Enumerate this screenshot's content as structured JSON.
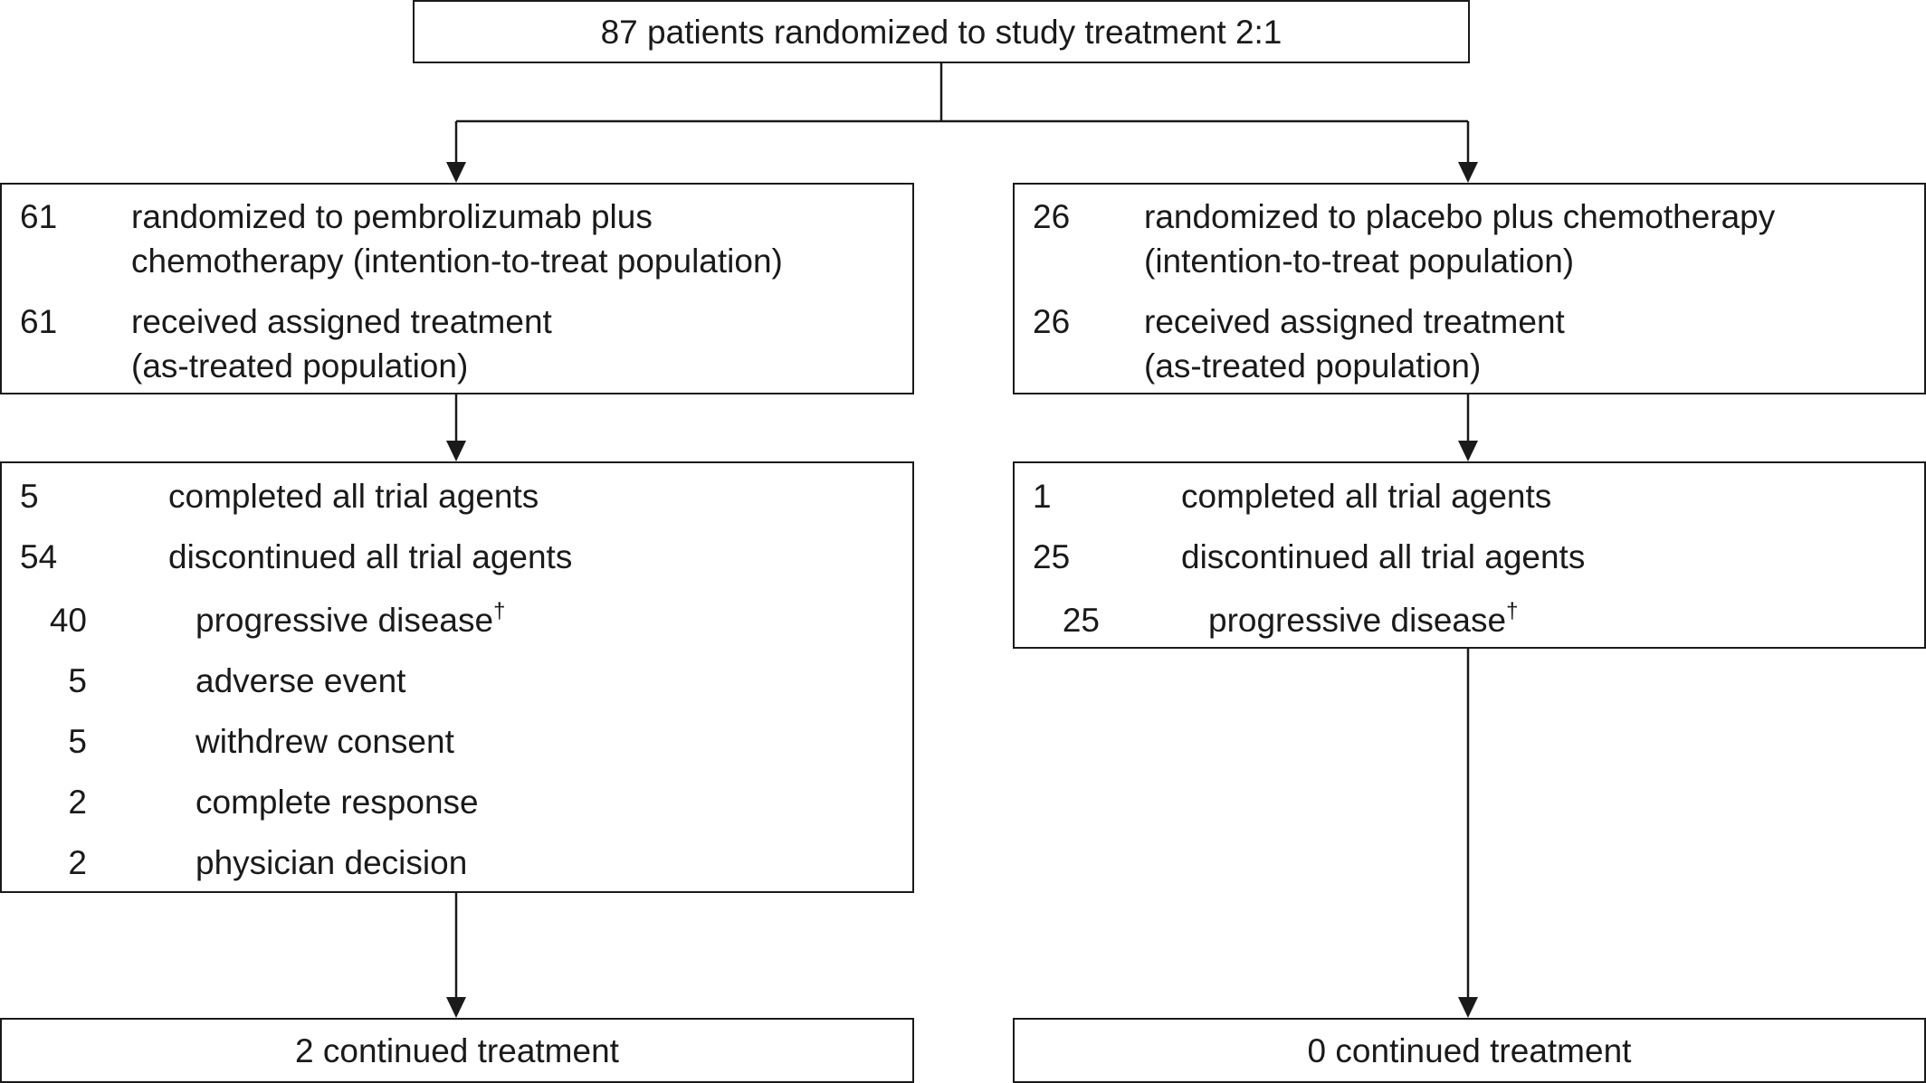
{
  "top": {
    "text": "87 patients randomized to study treatment 2:1"
  },
  "left": {
    "itt_n": "61",
    "itt_label_1": "randomized to pembrolizumab plus",
    "itt_label_2": "chemotherapy (intention-to-treat population)",
    "at_n": "61",
    "at_label_1": "received assigned treatment",
    "at_label_2": "(as-treated population)",
    "completed_n": "5",
    "completed_label": "completed all trial agents",
    "discontinued_n": "54",
    "discontinued_label": "discontinued all trial agents",
    "reasons": [
      {
        "n": "40",
        "label": "progressive disease",
        "dagger": "†"
      },
      {
        "n": "5",
        "label": "adverse event",
        "dagger": ""
      },
      {
        "n": "5",
        "label": "withdrew consent",
        "dagger": ""
      },
      {
        "n": "2",
        "label": "complete response",
        "dagger": ""
      },
      {
        "n": "2",
        "label": "physician decision",
        "dagger": ""
      }
    ],
    "continued": "2 continued treatment"
  },
  "right": {
    "itt_n": "26",
    "itt_label_1": "randomized to placebo plus chemotherapy",
    "itt_label_2": "(intention-to-treat population)",
    "at_n": "26",
    "at_label_1": "received assigned treatment",
    "at_label_2": "(as-treated population)",
    "completed_n": "1",
    "completed_label": "completed all trial agents",
    "discontinued_n": "25",
    "discontinued_label": "discontinued all trial agents",
    "reasons": [
      {
        "n": "25",
        "label": "progressive disease",
        "dagger": "†"
      }
    ],
    "continued": "0 continued treatment"
  }
}
